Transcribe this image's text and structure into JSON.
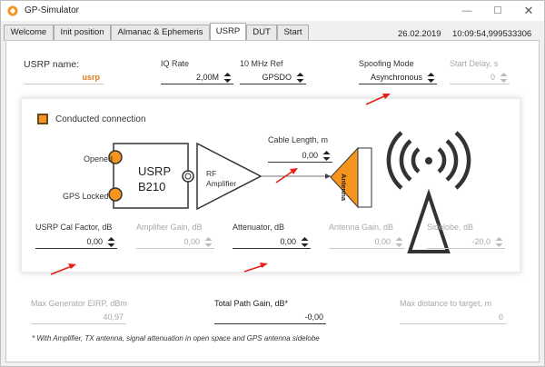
{
  "window": {
    "title": "GP-Simulator"
  },
  "tabs": [
    {
      "label": "Welcome"
    },
    {
      "label": "Init position"
    },
    {
      "label": "Almanac & Ephemeris"
    },
    {
      "label": "USRP"
    },
    {
      "label": "DUT"
    },
    {
      "label": "Start"
    }
  ],
  "datetime": {
    "date": "26.02.2019",
    "time": "10:09:54,999533306"
  },
  "usrp": {
    "name_label": "USRP name:",
    "name_value": "usrp",
    "iq_rate_label": "IQ Rate",
    "iq_rate_value": "2,00M",
    "ref_label": "10 MHz Ref",
    "ref_value": "GPSDO",
    "spoofing_label": "Spoofing Mode",
    "spoofing_value": "Asynchronous",
    "start_delay_label": "Start Delay, s",
    "start_delay_value": "0"
  },
  "conducted": {
    "label": "Conducted connection"
  },
  "diagram": {
    "usrp_line1": "USRP",
    "usrp_line2": "B210",
    "opened_label": "Opened",
    "gps_locked_label": "GPS Locked",
    "amp_line1": "RF",
    "amp_line2": "Amplifier",
    "antenna_label": "Antenna",
    "cable_label": "Cable Length, m",
    "cable_value": "0,00"
  },
  "gains": {
    "usrp_cal_label": "USRP Cal Factor, dB",
    "usrp_cal_value": "0,00",
    "amp_gain_label": "Amplifier Gain, dB",
    "amp_gain_value": "0,00",
    "attenuator_label": "Attenuator, dB",
    "attenuator_value": "0,00",
    "antenna_gain_label": "Antenna Gain, dB",
    "antenna_gain_value": "0,00",
    "sidelobe_label": "Sidelobe, dB",
    "sidelobe_value": "-20,0"
  },
  "summary": {
    "eirp_label": "Max Generator EIRP, dBm",
    "eirp_value": "40,97",
    "total_label": "Total Path Gain, dB*",
    "total_value": "-0,00",
    "distance_label": "Max distance to target, m",
    "distance_value": "0"
  },
  "footnote": "* With  Amplifier, TX  antenna, signal attenuation in open space and  GPS antenna sidelobe",
  "colors": {
    "accent": "#f7941d",
    "arrow": "#e8201a"
  }
}
